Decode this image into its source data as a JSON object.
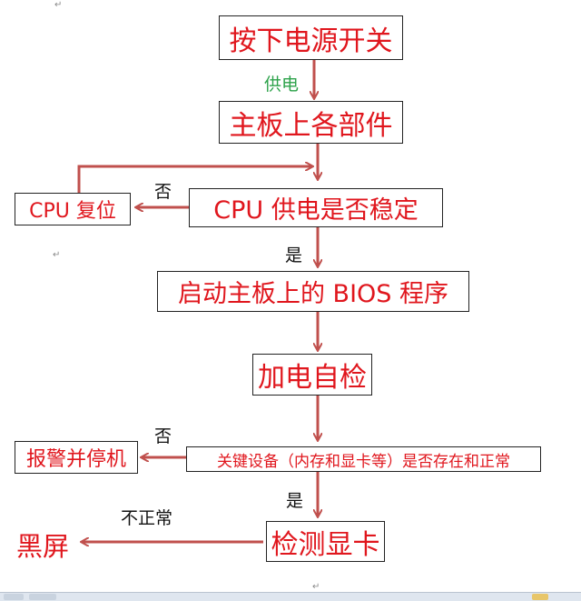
{
  "nodes": {
    "power_on": "按下电源开关",
    "board_parts": "主板上各部件",
    "cpu_stable": "CPU 供电是否稳定",
    "cpu_reset": "CPU  复位",
    "bios": "启动主板上的 BIOS 程序",
    "post": "加电自检",
    "device_check": "关键设备（内存和显卡等）是否存在和正常",
    "alarm": "报警并停机",
    "gpu_detect": "检测显卡",
    "black_screen": "黑屏"
  },
  "edges": {
    "power": "供电",
    "cpu_no": "否",
    "cpu_yes": "是",
    "device_no": "否",
    "device_yes": "是",
    "gpu_abnormal": "不正常"
  },
  "colors": {
    "node_text": "#e0161d",
    "arrow": "#c0504d",
    "border": "#222222",
    "label_green": "#2ca24a"
  }
}
